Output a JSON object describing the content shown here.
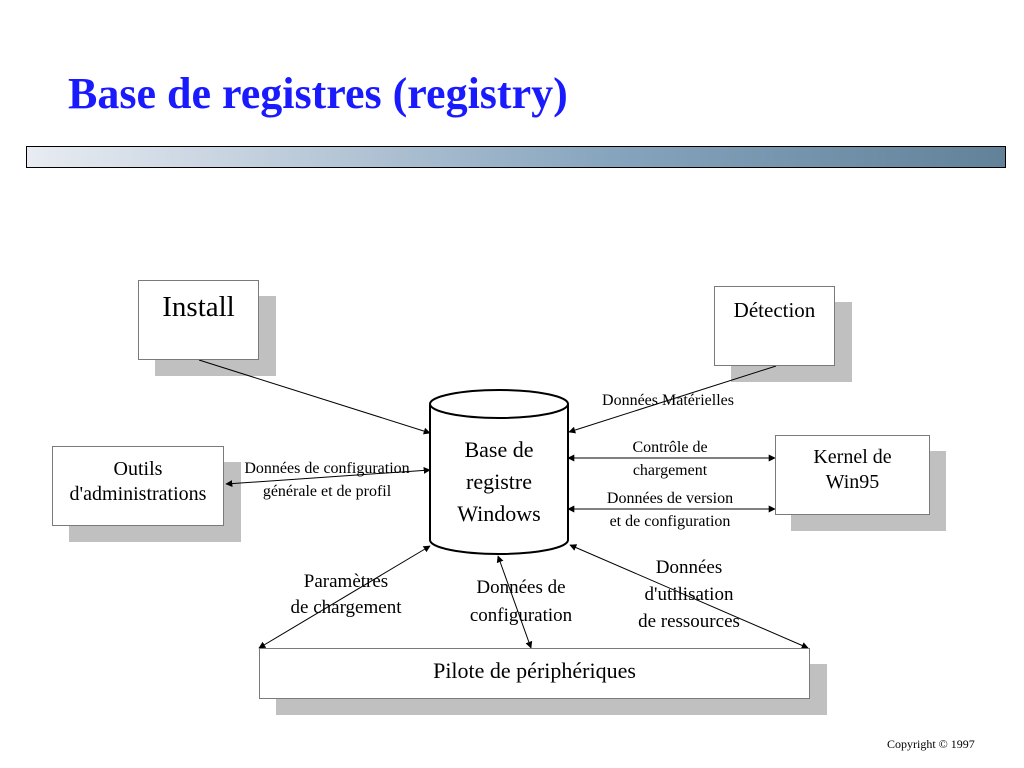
{
  "title": "Base de registres (registry)",
  "nodes": {
    "install": "Install",
    "detection": "Détection",
    "outils": [
      "Outils",
      "d'administrations"
    ],
    "registry": [
      "Base de",
      "registre",
      "Windows"
    ],
    "kernel": [
      "Kernel de",
      "Win95"
    ],
    "pilote": "Pilote de périphériques"
  },
  "edges": {
    "donnees_materielles": "Données Matérielles",
    "controle_chargement": [
      "Contrôle de",
      "chargement"
    ],
    "donnees_version": [
      "Données de version",
      "et de configuration"
    ],
    "donnees_config_profil": [
      "Données de configuration",
      "générale et de profil"
    ],
    "parametres_chargement": [
      "Paramètres",
      "de chargement"
    ],
    "donnees_configuration": [
      "Données de",
      "configuration"
    ],
    "donnees_utilisation": [
      "Données",
      "d'utilisation",
      "de ressources"
    ]
  },
  "copyright": "Copyright © 1997"
}
